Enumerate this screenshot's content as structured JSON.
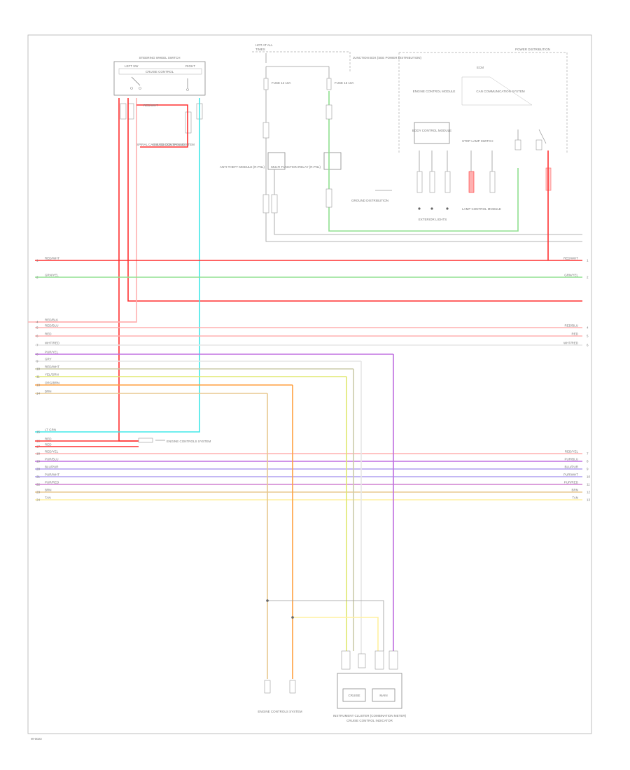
{
  "footer": {
    "diagram_id": "W-0023"
  },
  "colors": {
    "red": "#ff3030",
    "pink": "#ffb0b0",
    "cyan": "#40e8e8",
    "green": "#90e090",
    "lime": "#e0e870",
    "orange": "#ffa040",
    "tan": "#e8c890",
    "purple": "#c070e0",
    "lavender": "#b0a0f0",
    "violet": "#d080d0",
    "gray": "#9a9a9a",
    "dark": "#555555"
  },
  "labels": {
    "steering_switch": "STEERING WHEEL SWITCH",
    "steering_sub": "CRUISE CONTROL",
    "steering_left": "LEFT SW",
    "steering_right": "RIGHT",
    "clock_spring": "SPIRAL CABLE (CLOCK SPRING)",
    "hot_at_all": "HOT AT ALL",
    "hot_sub": "TIMES",
    "fuse_a": "FUSE 12 10A",
    "fuse_b": "FUSE 15 10A",
    "junction_note": "JUNCTION BOX (SEE POWER DISTRIBUTION)",
    "splice_a": "ANTI-THEFT MODULE (R.PNL)",
    "splice_b": "MULTI FUNCTION RELAY (R.PNL)",
    "ground_note": "GROUND DISTRIBUTION",
    "power_dist": "POWER DISTRIBUTION",
    "ecu_block": "ECM",
    "ecu_sub": "ENGINE CONTROL MODULE",
    "ecu_note": "CAN COMMUNICATION SYSTEM",
    "body_ecu": "BODY CONTROL MODULE",
    "lamp_module": "LAMP CONTROL MODULE",
    "exterior_lights": "EXTERIOR LIGHTS",
    "stop_lamp": "STOP LAMP SWITCH",
    "cruise_main": "CRUISE CONTROL SYSTEM",
    "engine_controls": "ENGINE CONTROLS SYSTEM",
    "engine_controls_b": "ENGINE CONTROLS SYSTEM",
    "bottom_module": "INSTRUMENT CLUSTER (COMBINATION METER)",
    "bottom_module_sub": "CRUISE CONTROL INDICATOR",
    "bottom_pin_a": "CRUISE",
    "bottom_pin_b": "MAIN"
  },
  "wires_left": [
    "RED/WHT",
    "GRN/YEL",
    "",
    "RED/BLK",
    "RED/BLU",
    "RED",
    "WHT/RED",
    "PUR/YEL",
    "GRY",
    "RED/WHT",
    "YEL/GRN",
    "YEL/GRN",
    "ORG/BRN",
    "BRN",
    "LT GRN",
    "RED",
    "RED",
    "RED/YEL",
    "PUR/BLU",
    "BLU/PUR",
    "PUR/WHT",
    "PUR/RED",
    "BRN",
    "TAN"
  ],
  "wires_right": [
    "RED/WHT",
    "GRN/YEL",
    "RED",
    "RED/BLU",
    "RED",
    "WHT/RED",
    "RED/YEL",
    "PUR/BLU",
    "BLU/PUR",
    "PUR/WHT",
    "PUR/RED",
    "BRN",
    "TAN"
  ]
}
